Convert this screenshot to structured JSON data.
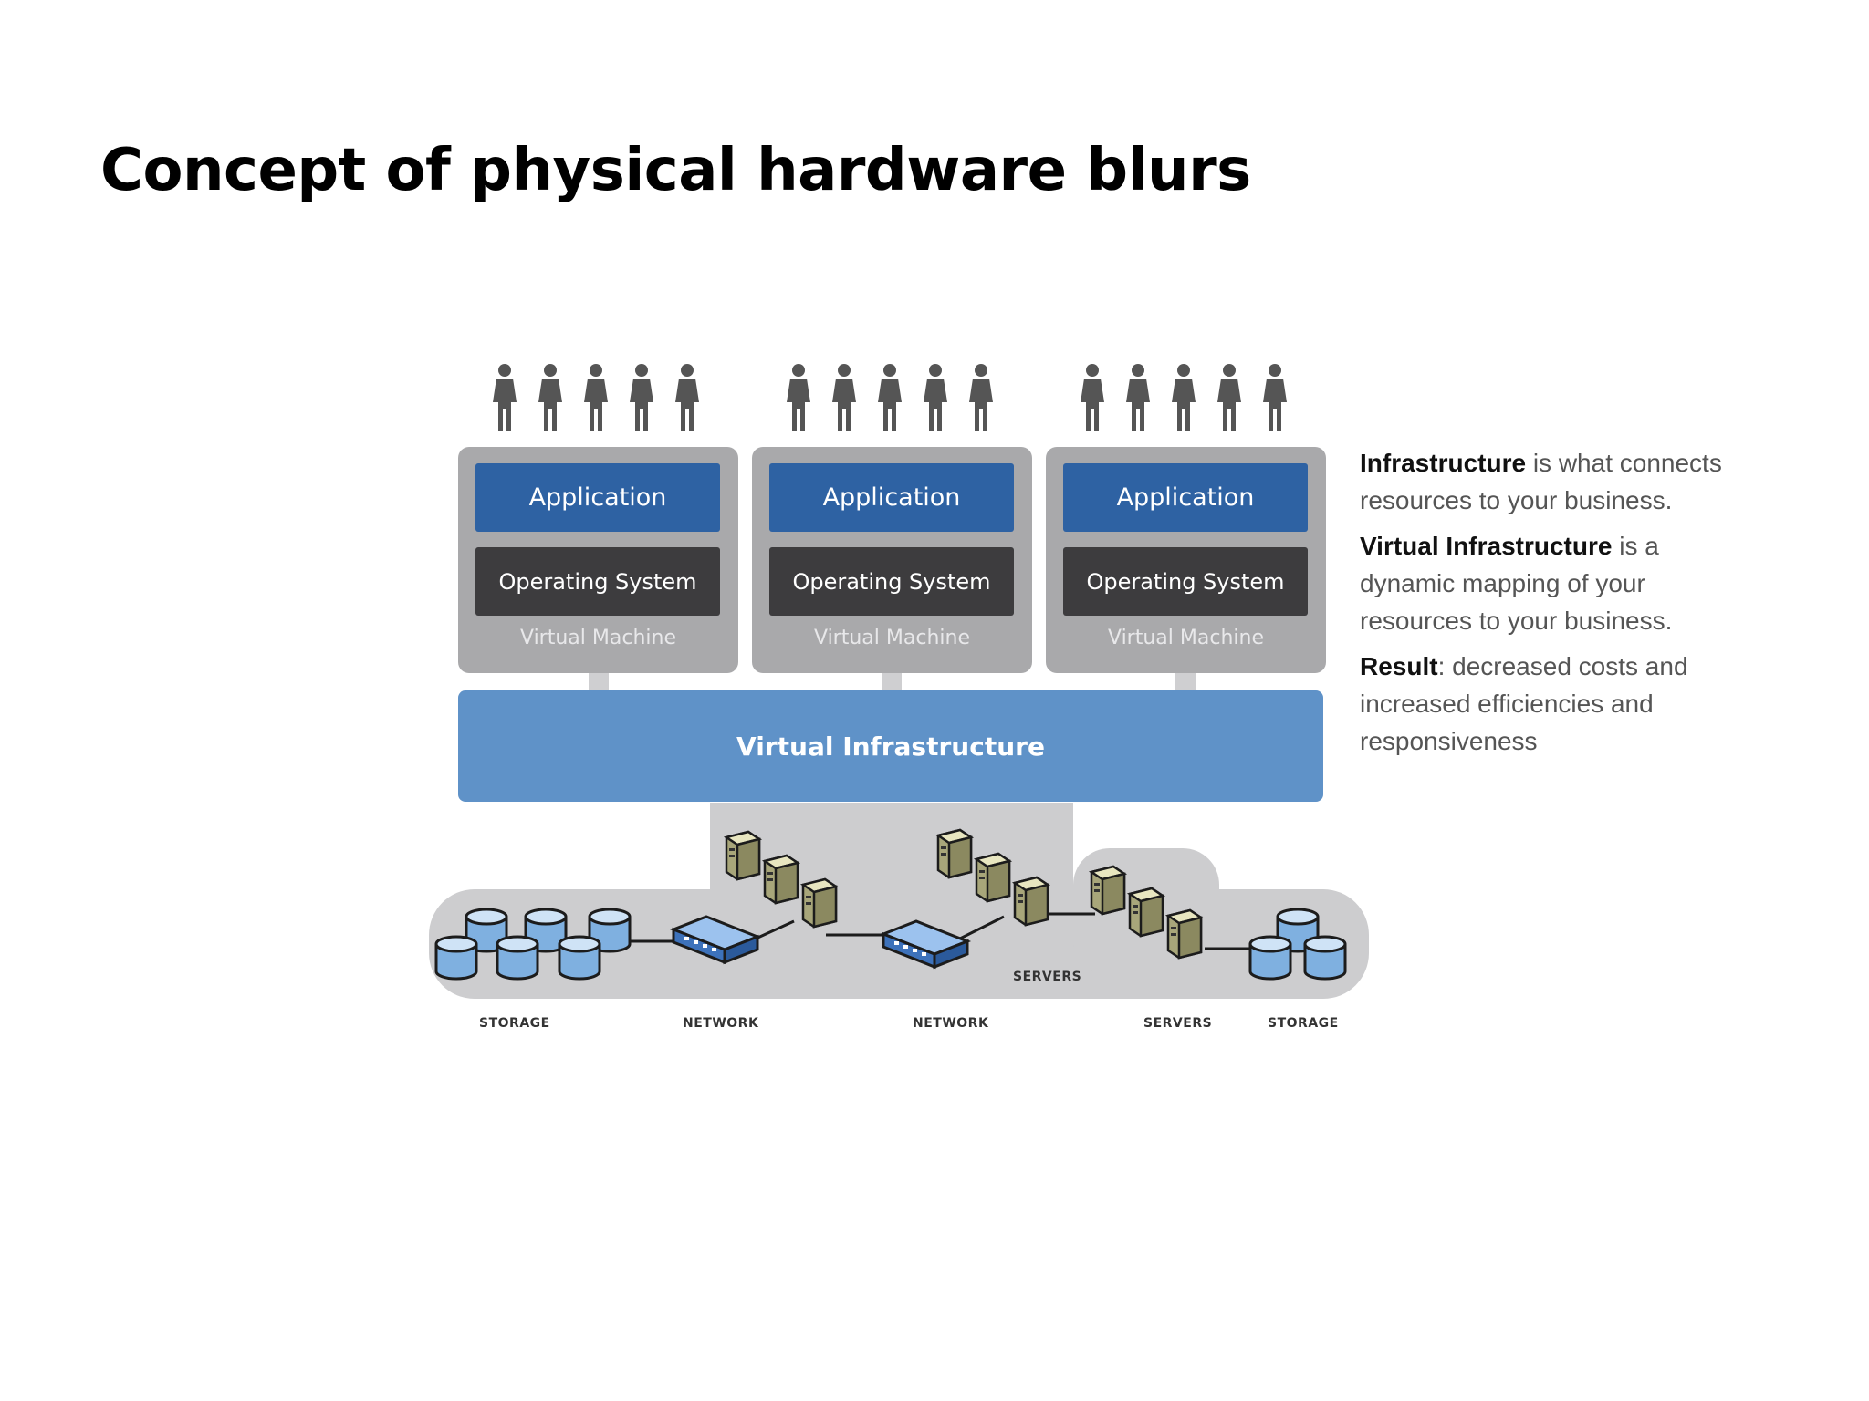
{
  "title": "Concept of physical hardware blurs",
  "icons": {
    "user": "person-icon",
    "storage": "database-cylinder-icon",
    "network": "network-switch-icon",
    "server": "server-tower-icon"
  },
  "vms": [
    {
      "application": "Application",
      "os": "Operating System",
      "label": "Virtual Machine",
      "users": 5
    },
    {
      "application": "Application",
      "os": "Operating System",
      "label": "Virtual Machine",
      "users": 5
    },
    {
      "application": "Application",
      "os": "Operating System",
      "label": "Virtual Machine",
      "users": 5
    }
  ],
  "virtual_infrastructure": "Virtual Infrastructure",
  "hardware_labels": {
    "storage_left": "STORAGE",
    "network_left": "NETWORK",
    "network_center": "NETWORK",
    "servers_center": "SERVERS",
    "servers_right": "SERVERS",
    "storage_right": "STORAGE"
  },
  "side_text": [
    {
      "bold": "Infrastructure",
      "rest": " is what connects resources to your business."
    },
    {
      "bold": "Virtual Infrastructure",
      "rest": " is a dynamic mapping of your resources to your business."
    },
    {
      "bold": "Result",
      "rest": ": decreased costs and increased efficiencies and responsiveness"
    }
  ],
  "colors": {
    "application": "#2e62a3",
    "operating_system": "#3d3c3e",
    "virtual_machine": "#a9a9ab",
    "virtual_infrastructure": "#5f92c8",
    "storage": "#7fb0e0",
    "network": "#5b8fcf",
    "server": "#c9c79a"
  }
}
